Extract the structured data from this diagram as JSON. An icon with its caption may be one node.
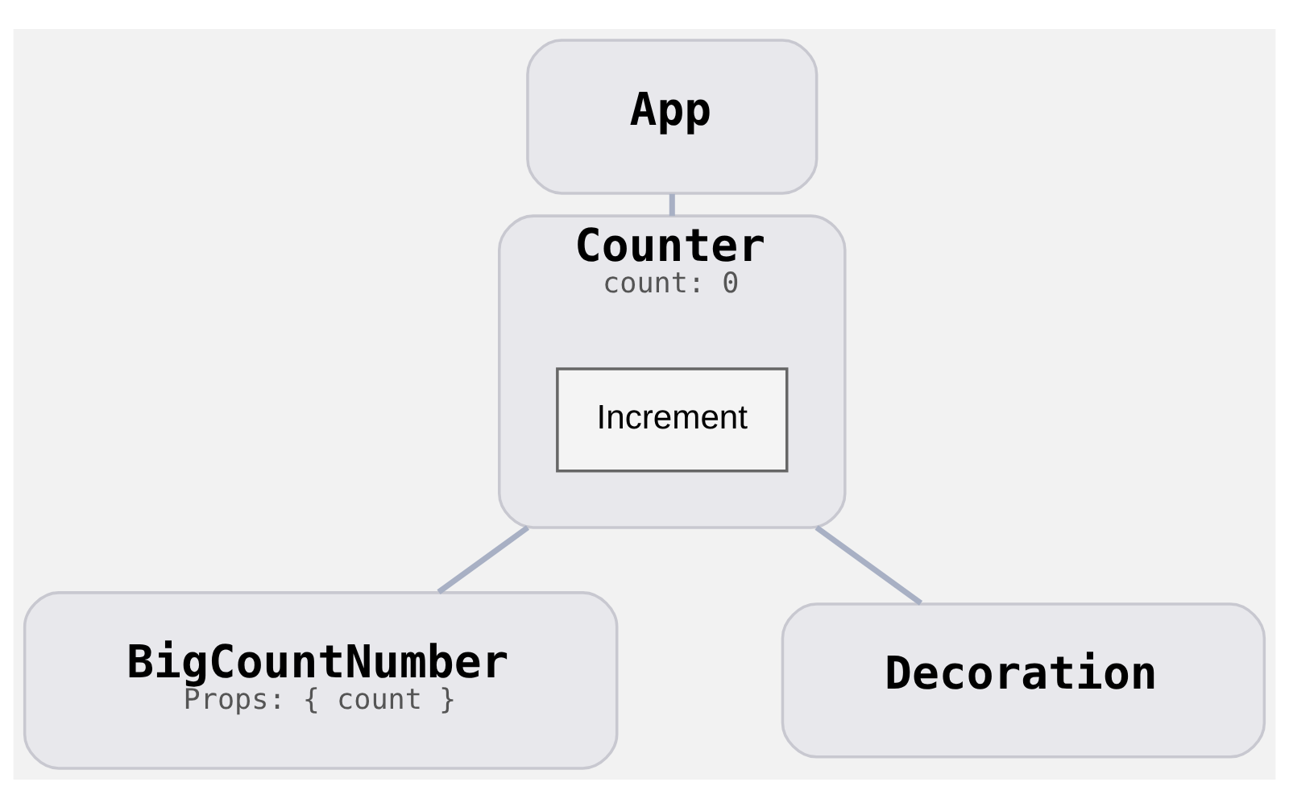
{
  "diagram": {
    "nodes": [
      {
        "text": [
          "App"
        ]
      },
      {
        "text": [
          "Counter",
          "count: 0"
        ]
      },
      {
        "text": [
          "Increment"
        ],
        "in": 1
      },
      {
        "text": [
          "BigCountNumber",
          "Props: { count }"
        ]
      },
      {
        "text": [
          "Decoration"
        ]
      }
    ],
    "edges": [
      {
        "from": 0,
        "to": 1,
        "arrow": "none"
      },
      {
        "from": 1,
        "to": 3,
        "arrow": "none"
      },
      {
        "from": 1,
        "to": 4,
        "arrow": "none"
      }
    ]
  }
}
